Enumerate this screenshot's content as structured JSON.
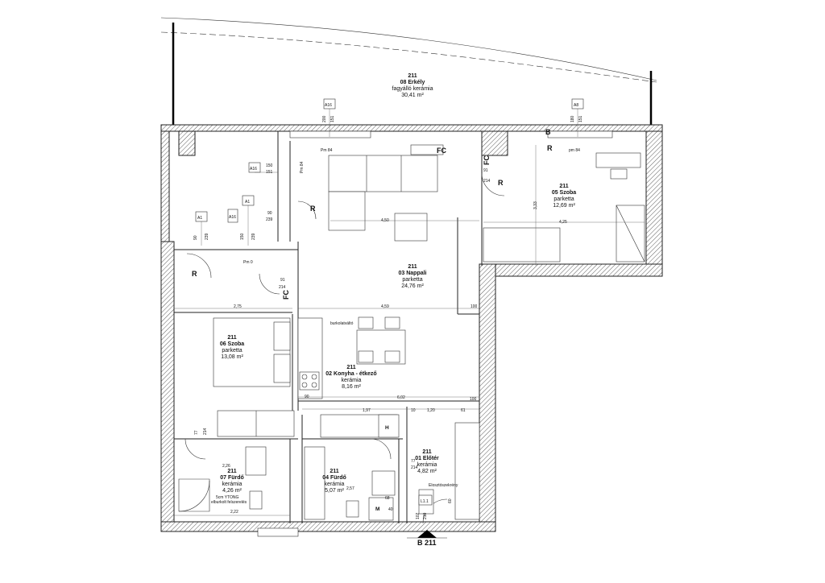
{
  "rooms": {
    "balcony": {
      "num": "211",
      "name": "08 Erkély",
      "floor": "fagyálló kerámia",
      "area": "30,41 m²"
    },
    "living": {
      "num": "211",
      "name": "03 Nappali",
      "floor": "parketta",
      "area": "24,76 m²"
    },
    "room05": {
      "num": "211",
      "name": "05 Szoba",
      "floor": "parketta",
      "area": "12,69 m²"
    },
    "room06": {
      "num": "211",
      "name": "06 Szoba",
      "floor": "parketta",
      "area": "13,08 m²"
    },
    "kitchen": {
      "num": "211",
      "name": "02 Konyha - étkező",
      "floor": "kerámia",
      "area": "8,16 m²"
    },
    "hall": {
      "num": "211",
      "name": "01 Előtér",
      "floor": "kerámia",
      "area": "4,82 m²"
    },
    "bath04": {
      "num": "211",
      "name": "04 Fürdő",
      "floor": "kerámia",
      "area": "5,07 m²"
    },
    "bath07": {
      "num": "211",
      "name": "07 Fürdő",
      "floor": "kerámia",
      "area": "4,26 m²",
      "note1": "5cm YTONG",
      "note2": "elburkolt felszerelés"
    }
  },
  "tags": {
    "a16_top": "A16",
    "a8_top": "A8",
    "a16_left": "A16",
    "a1_left": "A1",
    "a1_mid": "A1",
    "a16_mid": "A16",
    "l11": "L1.1"
  },
  "labels": {
    "b_top": "B",
    "b_bottom": "B 211",
    "r1": "R",
    "r2": "R",
    "r3": "R",
    "r4": "R",
    "fc1": "FC",
    "fc2": "FC",
    "fc3": "FC",
    "pm84a": "Pm 84",
    "pm84b": "Pm 84",
    "pm84c": "pm 84",
    "pm0": "Pm 0",
    "burk": "burkolatváltó",
    "eloszto": "Elosztószekrény",
    "h": "H",
    "m": "M"
  },
  "dims": {
    "d150a": "150",
    "d151a": "151",
    "d90a": "90",
    "d239a": "239",
    "d90b": "90",
    "d239b": "239",
    "d150b": "150",
    "d239c": "239",
    "d200": "200",
    "d151b": "151",
    "d180": "180",
    "d151c": "151",
    "d91a": "91",
    "d214a": "214",
    "d91b": "91",
    "d214b": "214",
    "d450": "4,50",
    "d425": "4,25",
    "d275": "2,75",
    "d459": "4,59",
    "d333": "3,33",
    "d100a": "100",
    "d100b": "100",
    "d602": "6,02",
    "d197": "1,97",
    "d10": "10",
    "d120": "1,20",
    "d61": "61",
    "d77a": "77",
    "d214c": "214",
    "d77b": "77",
    "d214d": "214",
    "d226": "2,26",
    "d222": "2,22",
    "d257": "2,57",
    "d90c": "90",
    "d102": "102",
    "d210": "210",
    "d60": "60",
    "d40": "40",
    "d68": "68"
  }
}
